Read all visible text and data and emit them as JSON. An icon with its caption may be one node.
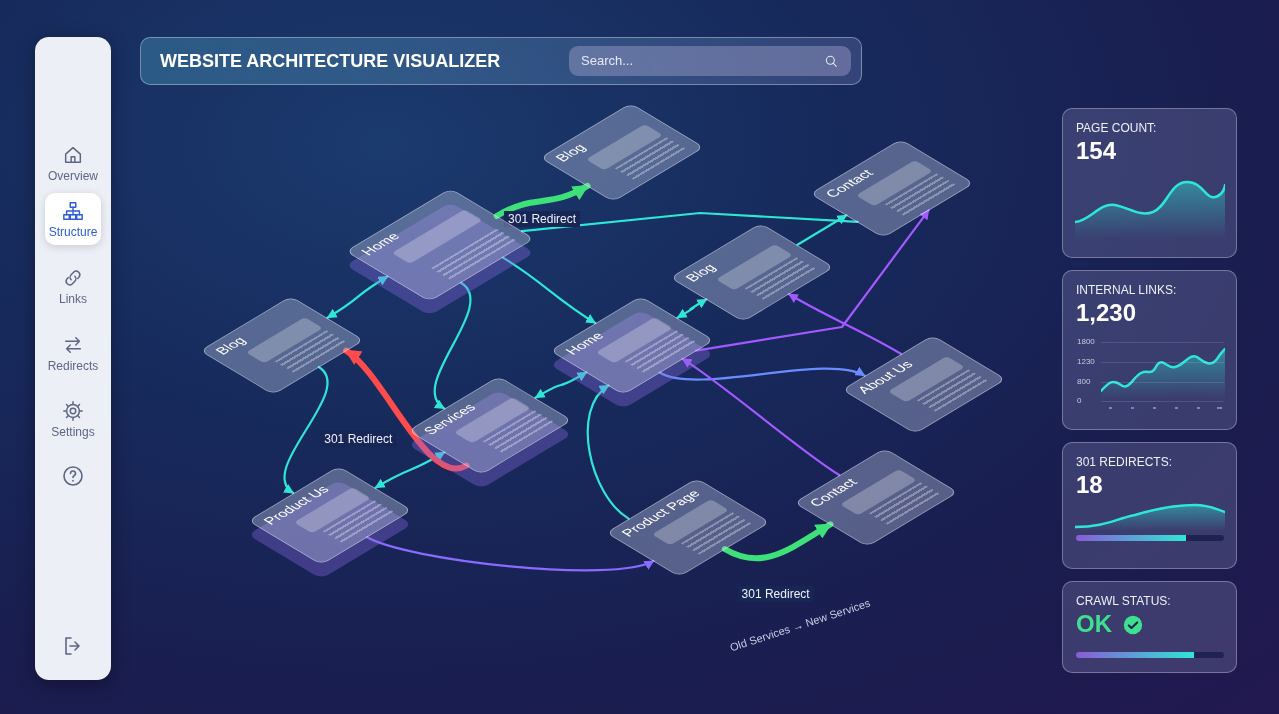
{
  "diagram": {
    "title": "WEBSITE ARCHITECTURE VISUALIZER",
    "nodes": [
      {
        "text": [
          "Blog"
        ]
      },
      {
        "text": [
          "Contact"
        ]
      },
      {
        "text": [
          "Home"
        ]
      },
      {
        "text": [
          "Blog"
        ]
      },
      {
        "text": [
          "Home"
        ]
      },
      {
        "text": [
          "Blog"
        ]
      },
      {
        "text": [
          "About Us"
        ]
      },
      {
        "text": [
          "Services"
        ]
      },
      {
        "text": [
          "Product Us"
        ]
      },
      {
        "text": [
          "Contact"
        ]
      },
      {
        "text": [
          "Product Page"
        ]
      }
    ],
    "edges": [
      {
        "from": 2,
        "to": 0,
        "arrow": "to",
        "label": "301 Redirect",
        "style": "thick",
        "color": "#3ee07a"
      },
      {
        "from": 5,
        "to": 2,
        "arrow": "both"
      },
      {
        "from": 2,
        "to": 4,
        "arrow": "to"
      },
      {
        "from": 2,
        "to": 7,
        "arrow": "to"
      },
      {
        "from": 2,
        "to": 1,
        "arrow": "none"
      },
      {
        "from": 4,
        "to": 3,
        "arrow": "both"
      },
      {
        "from": 3,
        "to": 1,
        "arrow": "to"
      },
      {
        "from": 6,
        "to": 3,
        "arrow": "to",
        "color": "#a259ff"
      },
      {
        "from": 4,
        "to": 1,
        "arrow": "to",
        "color": "#a259ff"
      },
      {
        "from": 4,
        "to": 6,
        "arrow": "to",
        "color": "#6b8cff"
      },
      {
        "from": 7,
        "to": 4,
        "arrow": "both"
      },
      {
        "from": 7,
        "to": 8,
        "arrow": "both"
      },
      {
        "from": 5,
        "to": 8,
        "arrow": "to"
      },
      {
        "from": 7,
        "to": 5,
        "arrow": "to",
        "label": "301 Redirect",
        "style": "thick",
        "color": "#ff4b4b"
      },
      {
        "from": 8,
        "to": 10,
        "arrow": "to",
        "color": "#8a6bff"
      },
      {
        "from": 9,
        "to": 4,
        "arrow": "to",
        "color": "#a259ff"
      },
      {
        "from": 10,
        "to": 4,
        "arrow": "to"
      },
      {
        "from": 10,
        "to": 9,
        "arrow": "to",
        "label": "301 Redirect",
        "style": "thick",
        "color": "#3ee07a"
      }
    ],
    "labels": [
      "Search...",
      "Overview",
      "Structure",
      "Links",
      "Redirects",
      "Settings",
      "Old Services → New Services",
      "PAGE COUNT:",
      "154",
      "INTERNAL LINKS:",
      "1,230",
      "1800",
      "1230",
      "800",
      "0",
      "301 REDIRECTS:",
      "18",
      "CRAWL STATUS:",
      "OK"
    ]
  }
}
